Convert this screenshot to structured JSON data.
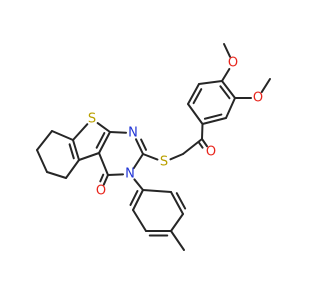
{
  "molecule": {
    "colors": {
      "bond": "#262626",
      "O": "#e8251c",
      "N": "#2135d5",
      "S": "#b9a000"
    },
    "atoms": [
      {
        "id": "O_me1",
        "element": "O",
        "label": "O"
      },
      {
        "id": "O_me2",
        "element": "O",
        "label": "O"
      },
      {
        "id": "O_keto",
        "element": "O",
        "label": "O"
      },
      {
        "id": "N_ring",
        "element": "N",
        "label": "N"
      },
      {
        "id": "S_ring",
        "element": "S",
        "label": "S"
      },
      {
        "id": "S_thio",
        "element": "S",
        "label": "S"
      },
      {
        "id": "N_sub",
        "element": "N",
        "label": "N"
      },
      {
        "id": "O_lact",
        "element": "O",
        "label": "O"
      }
    ]
  }
}
